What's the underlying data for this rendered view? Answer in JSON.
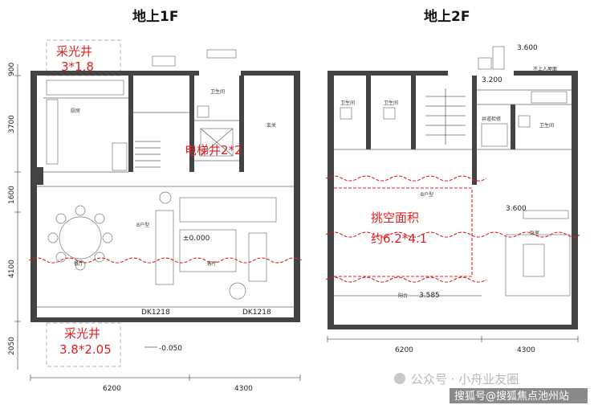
{
  "floor1": {
    "title": "地上1F",
    "lightwell_top": {
      "label": "采光井",
      "size": "3*1.8"
    },
    "elevator_shaft": {
      "label": "电梯井2*2"
    },
    "lightwell_bottom": {
      "label": "采光井",
      "size": "3.8*2.05"
    },
    "dims_vertical": [
      "900",
      "3700",
      "1600",
      "4100",
      "2050"
    ],
    "dims_horizontal": [
      "6200",
      "4300"
    ],
    "elevation_main": "±0.000",
    "elevation_lower": "-0.050",
    "door_labels": [
      "DK1218",
      "DK1218"
    ],
    "room_labels": [
      "厨房",
      "卫生间",
      "玄关",
      "餐厅",
      "客厅",
      "B户型"
    ]
  },
  "floor2": {
    "title": "地上2F",
    "void_area": {
      "label": "挑空面积",
      "size": "约6.2*4.1"
    },
    "elevations": [
      "3.600",
      "3.200",
      "3.600",
      "3.585"
    ],
    "dims_horizontal": [
      "6200",
      "4300"
    ],
    "room_labels": [
      "卫生间",
      "卫生间",
      "不上人屋面",
      "卫生间",
      "井道检修",
      "B户型",
      "卧室",
      "阳台"
    ]
  },
  "watermark": {
    "line1": "公众号 · 小舟业友圈",
    "line2": "搜狐号@搜狐焦点池州站"
  },
  "colors": {
    "annotation": "#e02020",
    "wall": "#444444"
  }
}
